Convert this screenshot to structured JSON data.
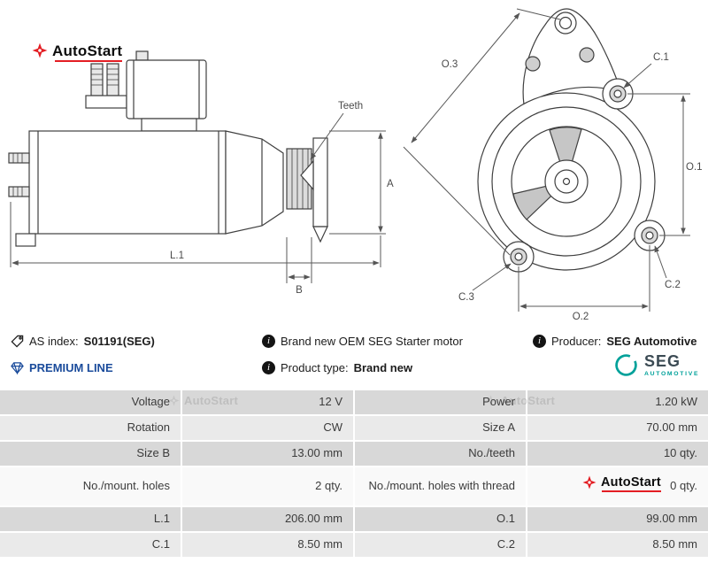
{
  "brand": {
    "name": "AutoStart",
    "accent": "#e31e24"
  },
  "drawings": {
    "side_view_labels": {
      "teeth": "Teeth",
      "a": "A",
      "l1": "L.1",
      "b": "B"
    },
    "front_view_labels": {
      "o1": "O.1",
      "o2": "O.2",
      "o3": "O.3",
      "c1": "C.1",
      "c2": "C.2",
      "c3": "C.3"
    }
  },
  "info": {
    "as_index": {
      "label": "AS index:",
      "value": "S01191(SEG)"
    },
    "premium": {
      "label": "PREMIUM LINE",
      "color": "#1a4b9b"
    },
    "oem_note": "Brand new OEM SEG Starter motor",
    "product_type": {
      "label": "Product type:",
      "value": "Brand new"
    },
    "producer": {
      "label": "Producer:",
      "value": "SEG Automotive"
    },
    "seg_logo": {
      "text": "SEG",
      "subtext": "AUTOMOTIVE",
      "color": "#00a19a"
    }
  },
  "table": {
    "rows": [
      [
        "Voltage",
        "12 V",
        "Power",
        "1.20 kW"
      ],
      [
        "Rotation",
        "CW",
        "Size A",
        "70.00 mm"
      ],
      [
        "Size B",
        "13.00 mm",
        "No./teeth",
        "10 qty."
      ],
      [
        "No./mount. holes",
        "2 qty.",
        "No./mount. holes with thread",
        "0 qty."
      ],
      [
        "L.1",
        "206.00 mm",
        "O.1",
        "99.00 mm"
      ],
      [
        "C.1",
        "8.50 mm",
        "C.2",
        "8.50 mm"
      ]
    ]
  }
}
